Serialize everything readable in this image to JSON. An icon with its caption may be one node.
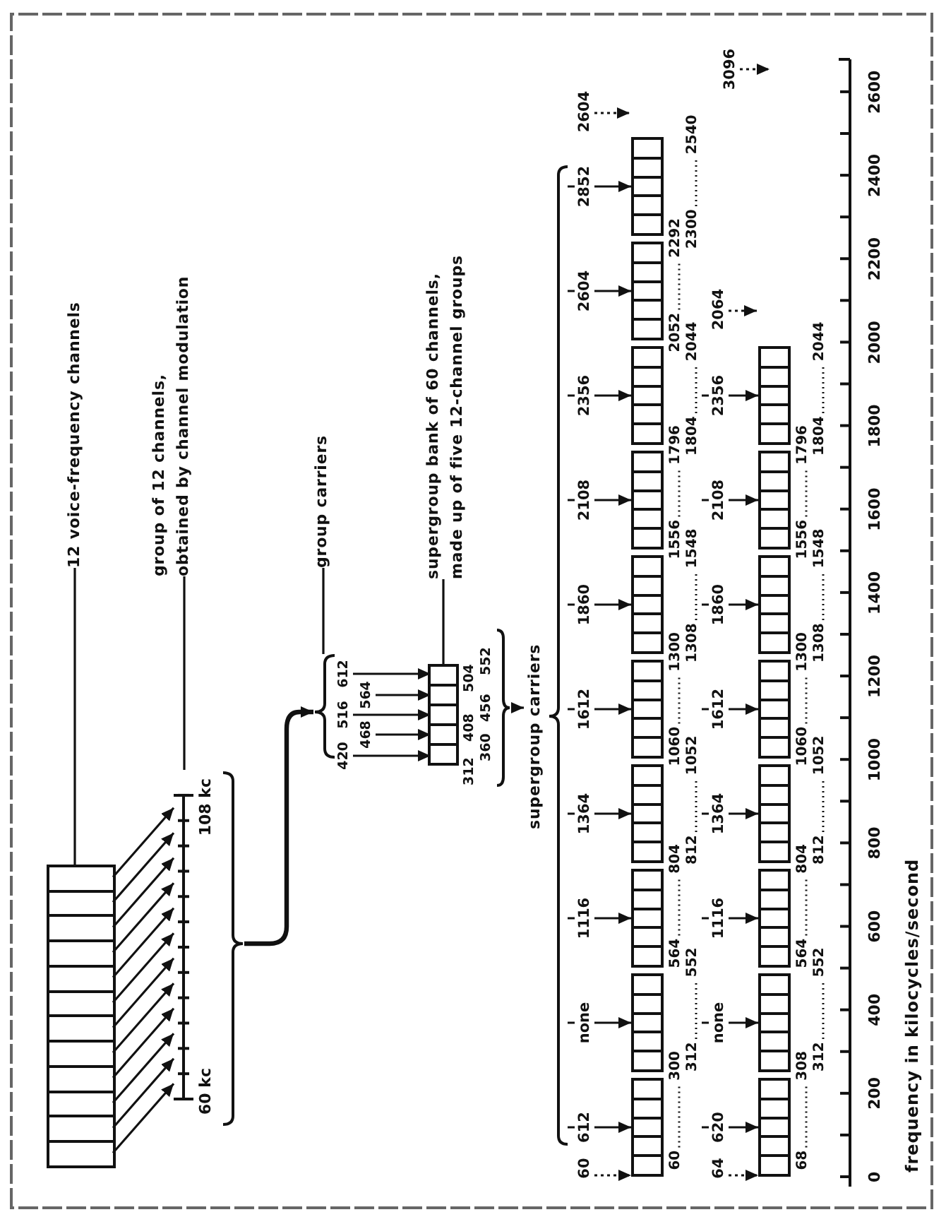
{
  "diagram": {
    "nodes": [
      {
        "text": [],
        "shape": "box"
      },
      {
        "text": [],
        "shape": "box",
        "in": 0
      },
      {
        "text": [],
        "shape": "box",
        "in": 0
      },
      {
        "text": [],
        "shape": "box",
        "in": 0
      },
      {
        "text": [],
        "shape": "box",
        "in": 0
      },
      {
        "text": [],
        "shape": "box",
        "in": 0
      },
      {
        "text": [],
        "shape": "box",
        "in": 0
      },
      {
        "text": [],
        "shape": "box",
        "in": 0
      },
      {
        "text": [],
        "shape": "box",
        "in": 0
      },
      {
        "text": [],
        "shape": "box",
        "in": 0
      },
      {
        "text": [],
        "shape": "box",
        "in": 0
      },
      {
        "text": [],
        "shape": "box",
        "in": 0
      },
      {
        "text": [],
        "shape": "box",
        "in": 0
      },
      {
        "text": [
          "60 kc",
          "108 kc"
        ]
      },
      {
        "text": [
          "12 voice-frequency channels"
        ]
      },
      {
        "text": [
          "group of 12 channels, obtained by channel modulation"
        ]
      },
      {
        "text": [
          "group carriers"
        ]
      },
      {
        "text": [
          "supergroup bank of 60 channels, made up of five 12-channel groups"
        ]
      },
      {
        "text": [
          "420"
        ]
      },
      {
        "text": [
          "516"
        ]
      },
      {
        "text": [
          "612"
        ]
      },
      {
        "text": [
          "468"
        ]
      },
      {
        "text": [
          "564"
        ]
      },
      {
        "text": [],
        "shape": "box"
      },
      {
        "text": [],
        "shape": "box",
        "in": 23
      },
      {
        "text": [],
        "shape": "box",
        "in": 23
      },
      {
        "text": [],
        "shape": "box",
        "in": 23
      },
      {
        "text": [],
        "shape": "box",
        "in": 23
      },
      {
        "text": [],
        "shape": "box",
        "in": 23
      },
      {
        "text": [
          "supergroup carriers"
        ]
      },
      {
        "text": [
          "612"
        ]
      },
      {
        "text": [
          "none"
        ]
      },
      {
        "text": [
          "1116"
        ]
      },
      {
        "text": [
          "1364"
        ]
      },
      {
        "text": [
          "1612"
        ]
      },
      {
        "text": [
          "1860"
        ]
      },
      {
        "text": [
          "2108"
        ]
      },
      {
        "text": [
          "2356"
        ]
      },
      {
        "text": [
          "2604"
        ]
      },
      {
        "text": [
          "2852"
        ]
      },
      {
        "text": [],
        "shape": "box"
      },
      {
        "text": [],
        "shape": "box"
      },
      {
        "text": [],
        "shape": "box"
      },
      {
        "text": [],
        "shape": "box"
      },
      {
        "text": [],
        "shape": "box"
      },
      {
        "text": [],
        "shape": "box"
      },
      {
        "text": [],
        "shape": "box"
      },
      {
        "text": [],
        "shape": "box"
      },
      {
        "text": [],
        "shape": "box"
      },
      {
        "text": [],
        "shape": "box"
      },
      {
        "text": [
          "60"
        ]
      },
      {
        "text": [
          "2604"
        ]
      },
      {
        "text": [
          "620"
        ]
      },
      {
        "text": [
          "none"
        ]
      },
      {
        "text": [
          "1116"
        ]
      },
      {
        "text": [
          "1364"
        ]
      },
      {
        "text": [
          "1612"
        ]
      },
      {
        "text": [
          "1860"
        ]
      },
      {
        "text": [
          "2108"
        ]
      },
      {
        "text": [
          "2356"
        ]
      },
      {
        "text": [],
        "shape": "box"
      },
      {
        "text": [],
        "shape": "box"
      },
      {
        "text": [],
        "shape": "box"
      },
      {
        "text": [],
        "shape": "box"
      },
      {
        "text": [],
        "shape": "box"
      },
      {
        "text": [],
        "shape": "box"
      },
      {
        "text": [],
        "shape": "box"
      },
      {
        "text": [],
        "shape": "box"
      },
      {
        "text": [
          "64"
        ]
      },
      {
        "text": [
          "2064"
        ]
      },
      {
        "text": [
          "3096"
        ]
      },
      {
        "text": [],
        "shape": "bracket"
      },
      {
        "text": [],
        "shape": "bracket"
      }
    ],
    "edges": [
      {
        "from": 14,
        "to": 0,
        "arrow": "none"
      },
      {
        "from": 15,
        "to": 13,
        "arrow": "none"
      },
      {
        "from": 16,
        "to": 71,
        "arrow": "none"
      },
      {
        "from": 17,
        "to": 23,
        "arrow": "none"
      },
      {
        "from": 1,
        "to": 13,
        "arrow": "to"
      },
      {
        "from": 2,
        "to": 13,
        "arrow": "to"
      },
      {
        "from": 3,
        "to": 13,
        "arrow": "to"
      },
      {
        "from": 4,
        "to": 13,
        "arrow": "to"
      },
      {
        "from": 5,
        "to": 13,
        "arrow": "to"
      },
      {
        "from": 6,
        "to": 13,
        "arrow": "to"
      },
      {
        "from": 7,
        "to": 13,
        "arrow": "to"
      },
      {
        "from": 8,
        "to": 13,
        "arrow": "to"
      },
      {
        "from": 9,
        "to": 13,
        "arrow": "to"
      },
      {
        "from": 10,
        "to": 13,
        "arrow": "to"
      },
      {
        "from": 11,
        "to": 13,
        "arrow": "to"
      },
      {
        "from": 12,
        "to": 13,
        "arrow": "to"
      },
      {
        "from": 13,
        "to": 71,
        "arrow": "to",
        "style": "thick"
      },
      {
        "from": 18,
        "to": 28,
        "arrow": "to"
      },
      {
        "from": 19,
        "to": 26,
        "arrow": "to"
      },
      {
        "from": 20,
        "to": 24,
        "arrow": "to"
      },
      {
        "from": 21,
        "to": 27,
        "arrow": "to"
      },
      {
        "from": 22,
        "to": 25,
        "arrow": "to"
      },
      {
        "from": 72,
        "to": 29,
        "arrow": "to"
      },
      {
        "from": 30,
        "to": 40,
        "arrow": "to"
      },
      {
        "from": 31,
        "to": 41,
        "arrow": "to"
      },
      {
        "from": 32,
        "to": 42,
        "arrow": "to"
      },
      {
        "from": 33,
        "to": 43,
        "arrow": "to"
      },
      {
        "from": 34,
        "to": 44,
        "arrow": "to"
      },
      {
        "from": 35,
        "to": 45,
        "arrow": "to"
      },
      {
        "from": 36,
        "to": 46,
        "arrow": "to"
      },
      {
        "from": 37,
        "to": 47,
        "arrow": "to"
      },
      {
        "from": 38,
        "to": 48,
        "arrow": "to"
      },
      {
        "from": 39,
        "to": 49,
        "arrow": "to"
      },
      {
        "from": 50,
        "to": 40,
        "arrow": "to",
        "style": "dashed"
      },
      {
        "from": 51,
        "to": null,
        "arrow": "to",
        "style": "dashed"
      },
      {
        "from": 52,
        "to": 60,
        "arrow": "to"
      },
      {
        "from": 53,
        "to": 61,
        "arrow": "to"
      },
      {
        "from": 54,
        "to": 62,
        "arrow": "to"
      },
      {
        "from": 55,
        "to": 63,
        "arrow": "to"
      },
      {
        "from": 56,
        "to": 64,
        "arrow": "to"
      },
      {
        "from": 57,
        "to": 65,
        "arrow": "to"
      },
      {
        "from": 58,
        "to": 66,
        "arrow": "to"
      },
      {
        "from": 59,
        "to": 67,
        "arrow": "to"
      },
      {
        "from": 68,
        "to": 60,
        "arrow": "to",
        "style": "dashed"
      },
      {
        "from": 69,
        "to": null,
        "arrow": "to",
        "style": "dashed"
      },
      {
        "from": 70,
        "to": null,
        "arrow": "to",
        "style": "dashed"
      }
    ],
    "labels": [
      "312",
      "408",
      "504",
      "360",
      "456",
      "552",
      "60",
      "300",
      "312",
      "552",
      "564",
      "804",
      "812",
      "1052",
      "1060",
      "1300",
      "1308",
      "1548",
      "1556",
      "1796",
      "1804",
      "2044",
      "2052",
      "2292",
      "2300",
      "2540",
      "68",
      "308",
      "312",
      "552",
      "564",
      "804",
      "812",
      "1052",
      "1060",
      "1300",
      "1308",
      "1548",
      "1556",
      "1796",
      "1804",
      "2044",
      "0",
      "200",
      "400",
      "600",
      "800",
      "1000",
      "1200",
      "1400",
      "1600",
      "1800",
      "2000",
      "2200",
      "2400",
      "2600",
      "frequency in kilocycles/second"
    ]
  }
}
